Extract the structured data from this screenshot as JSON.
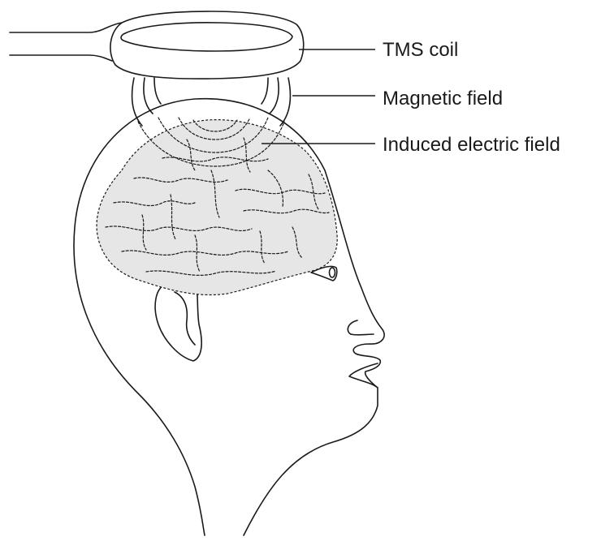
{
  "labels": {
    "coil": "TMS coil",
    "magnetic": "Magnetic field",
    "induced": "Induced electric field"
  },
  "colors": {
    "line": "#1a1a1a",
    "brain_fill": "#e6e6e6",
    "background": "#ffffff"
  }
}
